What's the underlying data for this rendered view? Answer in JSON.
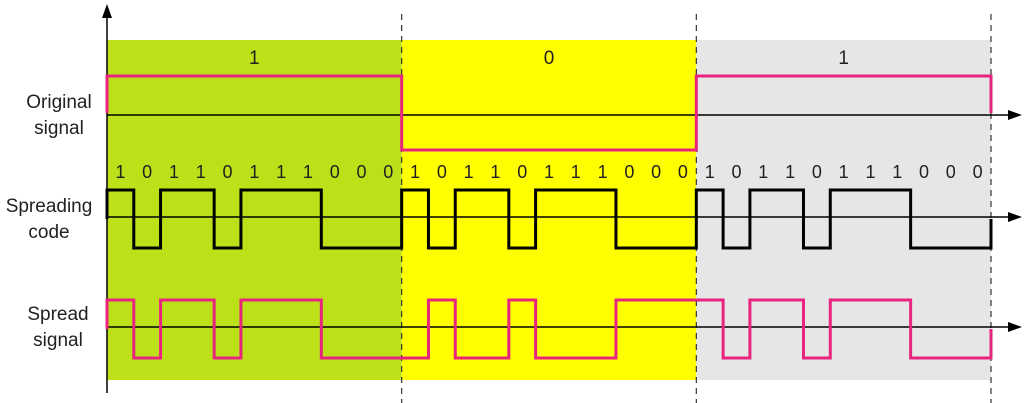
{
  "rows": {
    "original": [
      "Original",
      "signal"
    ],
    "spreading": [
      "Spreading",
      "code"
    ],
    "spread": [
      "Spread",
      "signal"
    ]
  },
  "data_bits": [
    1,
    0,
    1
  ],
  "data_bit_labels": [
    "1",
    "0",
    "1"
  ],
  "spreading_code": [
    1,
    0,
    1,
    1,
    0,
    1,
    1,
    1,
    0,
    0,
    0
  ],
  "spreading_code_labels": [
    "1",
    "0",
    "1",
    "1",
    "0",
    "1",
    "1",
    "1",
    "0",
    "0",
    "0"
  ],
  "colors": {
    "region_1": "#bde119",
    "region_2": "#ffff00",
    "region_3": "#e6e6e6",
    "signal": "#e8247e",
    "code": "#000000",
    "axis": "#000000",
    "divider": "#333333",
    "text": "#231f20"
  }
}
